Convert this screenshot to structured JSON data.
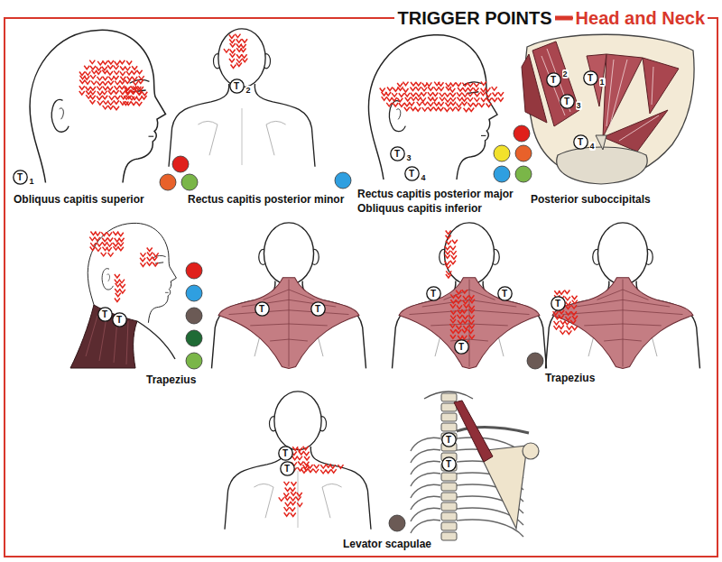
{
  "diagram": {
    "title": "TRIGGER POINTS",
    "nodes": [
      {
        "text": [
          "T",
          "1"
        ]
      },
      {
        "text": [
          "T",
          "2"
        ]
      },
      {
        "text": [
          "T",
          "3"
        ]
      },
      {
        "text": [
          "T",
          "4"
        ]
      },
      {
        "text": [
          "T",
          "2"
        ]
      },
      {
        "text": [
          "T",
          "1"
        ]
      },
      {
        "text": [
          "T",
          "3"
        ]
      },
      {
        "text": [
          "T",
          "4"
        ]
      },
      {
        "text": [
          "T"
        ]
      },
      {
        "text": [
          "T"
        ]
      },
      {
        "text": [
          "T"
        ]
      },
      {
        "text": [
          "T"
        ]
      },
      {
        "text": [
          "T"
        ]
      },
      {
        "text": [
          "T"
        ]
      },
      {
        "text": [
          "T"
        ]
      },
      {
        "text": [
          "T"
        ]
      },
      {
        "text": [
          "T"
        ]
      },
      {
        "text": [
          "T"
        ]
      },
      {
        "text": [
          "T"
        ]
      },
      {
        "text": [
          "T"
        ]
      }
    ],
    "labels": [
      "Head and Neck",
      "Obliquus capitis superior",
      "Rectus capitis posterior minor",
      "Rectus capitis posterior major",
      "Obliquus capitis inferior",
      "Posterior suboccipitals",
      "Trapezius",
      "Trapezius",
      "Levator scapulae"
    ]
  }
}
